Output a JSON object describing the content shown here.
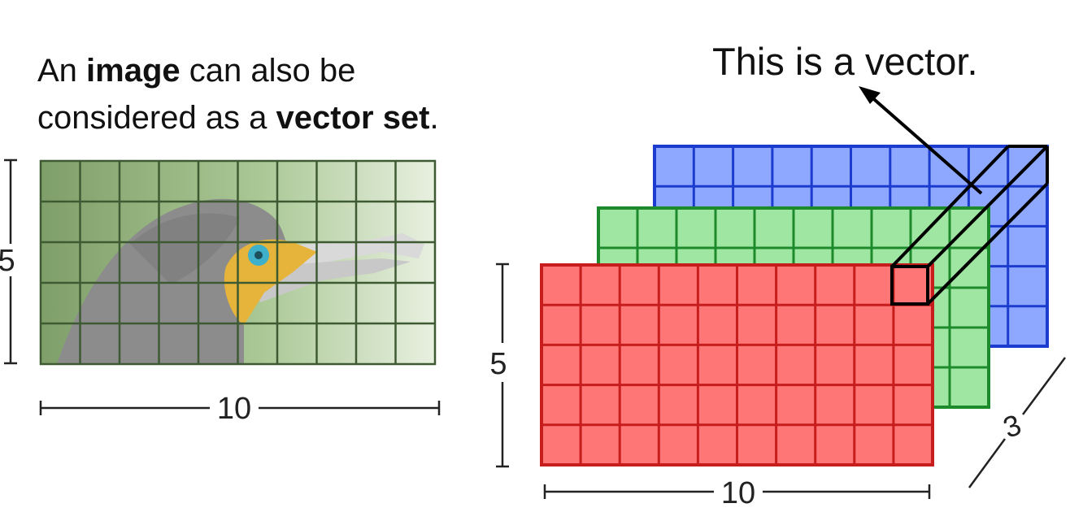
{
  "caption": {
    "part1": "An ",
    "bold1": "image",
    "part2": " can also be considered as a ",
    "bold2": "vector set",
    "part3": "."
  },
  "vector_label": "This is a vector.",
  "left_image": {
    "height_label": "5",
    "width_label": "10",
    "rows": 5,
    "cols": 10
  },
  "stack": {
    "height_label": "5",
    "width_label": "10",
    "depth_label": "3",
    "rows": 5,
    "cols": 10,
    "layers": [
      {
        "name": "blue-channel",
        "fill": "#8fa8ff",
        "stroke": "#1c3ccf"
      },
      {
        "name": "green-channel",
        "fill": "#9ee6a2",
        "stroke": "#1d8a2c"
      },
      {
        "name": "red-channel",
        "fill": "#ff7676",
        "stroke": "#c71d1d"
      }
    ]
  },
  "colors": {
    "photo_background": "#9fbf88",
    "bird_gray": "#8c8c8c",
    "bird_eye": "#3fb0c9",
    "bird_beak": "#e6b43a",
    "text": "#111111"
  }
}
